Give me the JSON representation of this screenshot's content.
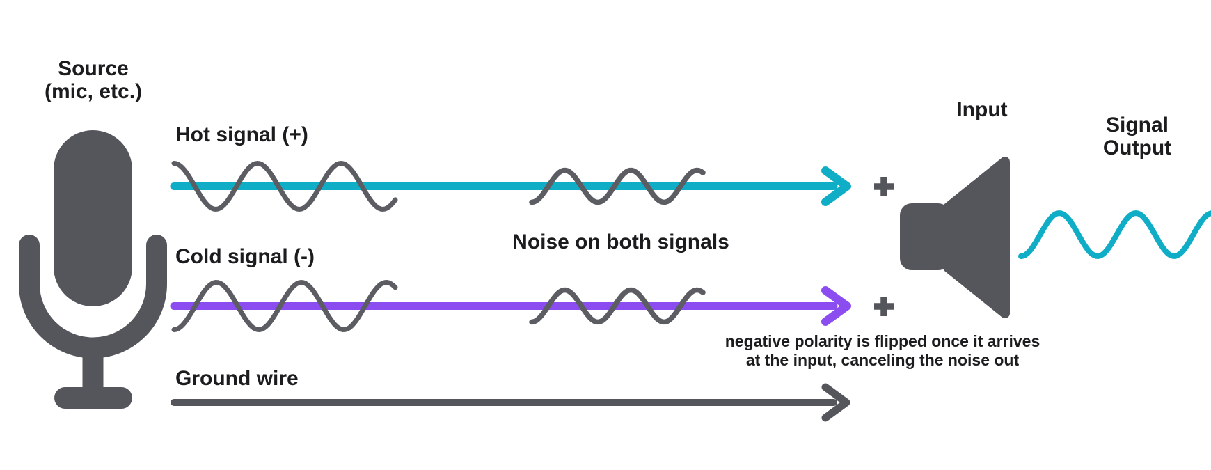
{
  "diagram": {
    "source_label": {
      "line1": "Source",
      "line2": "(mic, etc.)"
    },
    "hot_label": "Hot signal (+)",
    "cold_label": "Cold signal (-)",
    "ground_label": "Ground wire",
    "noise_label": "Noise on both signals",
    "input_label": "Input",
    "output_label": {
      "line1": "Signal",
      "line2": "Output"
    },
    "note": {
      "line1": "negative polarity is flipped once it arrives",
      "line2": "at the input, canceling the noise out"
    }
  },
  "icons": {
    "microphone-icon": "svg microphone shape",
    "speaker-icon": "svg speaker/horn shape",
    "plus-icon": "+",
    "arrow-right-icon": "svg chevron arrowhead"
  },
  "colors": {
    "hot_signal": "#10adc6",
    "cold_signal": "#8b4cf0",
    "icon_gray": "#54565b",
    "wave_gray": "#5b5d62",
    "text": "#1c1c1e",
    "background": "#ffffff"
  }
}
